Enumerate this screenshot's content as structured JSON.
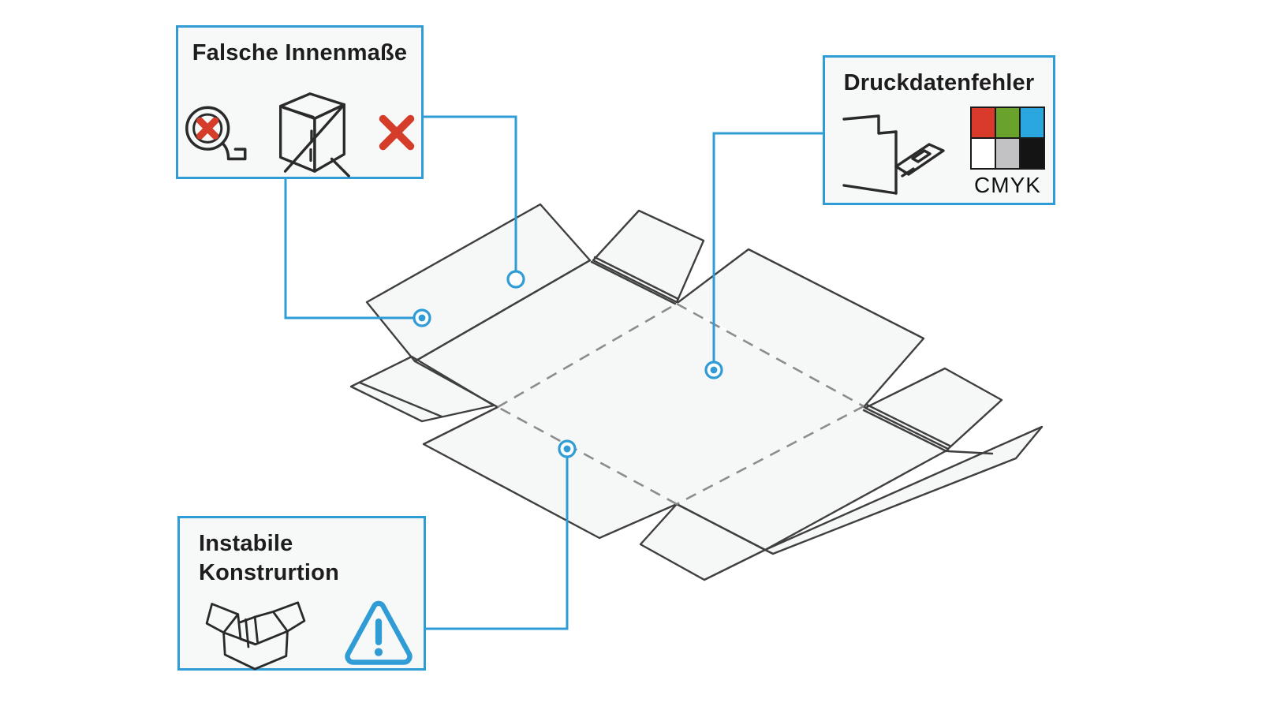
{
  "colors": {
    "accent": "#2f9cd6",
    "ink": "#1d1d1d",
    "line": "#3f3f3f",
    "dash": "#8c8c8c",
    "panel": "#f6f7f7",
    "card": "#f7f8f8",
    "red": "#d63c2a",
    "cmyk-red": "#d93a2b",
    "cmyk-green": "#6aa32b",
    "cmyk-blue": "#2aa7df",
    "cmyk-white": "#ffffff",
    "cmyk-gray": "#c2c2c4",
    "cmyk-black": "#141414"
  },
  "callouts": {
    "innenmasse": {
      "title": "Falsche Innenmaße",
      "icons": [
        "tape-measure-icon",
        "crossed-box-icon",
        "red-x-icon"
      ]
    },
    "druckdaten": {
      "title": "Druckdatenfehler",
      "cmyk_label": "CMYK",
      "icons": [
        "open-carton-icon",
        "cmyk-swatch-grid"
      ]
    },
    "instabile": {
      "title": "Instabile Konstrurtion",
      "icons": [
        "open-box-icon",
        "warning-triangle-icon"
      ]
    }
  },
  "diagram": {
    "description_type": "box-dieline",
    "anchor_styles": [
      "hollow-circle",
      "filled-dot",
      "filled-dot",
      "filled-dot"
    ]
  }
}
